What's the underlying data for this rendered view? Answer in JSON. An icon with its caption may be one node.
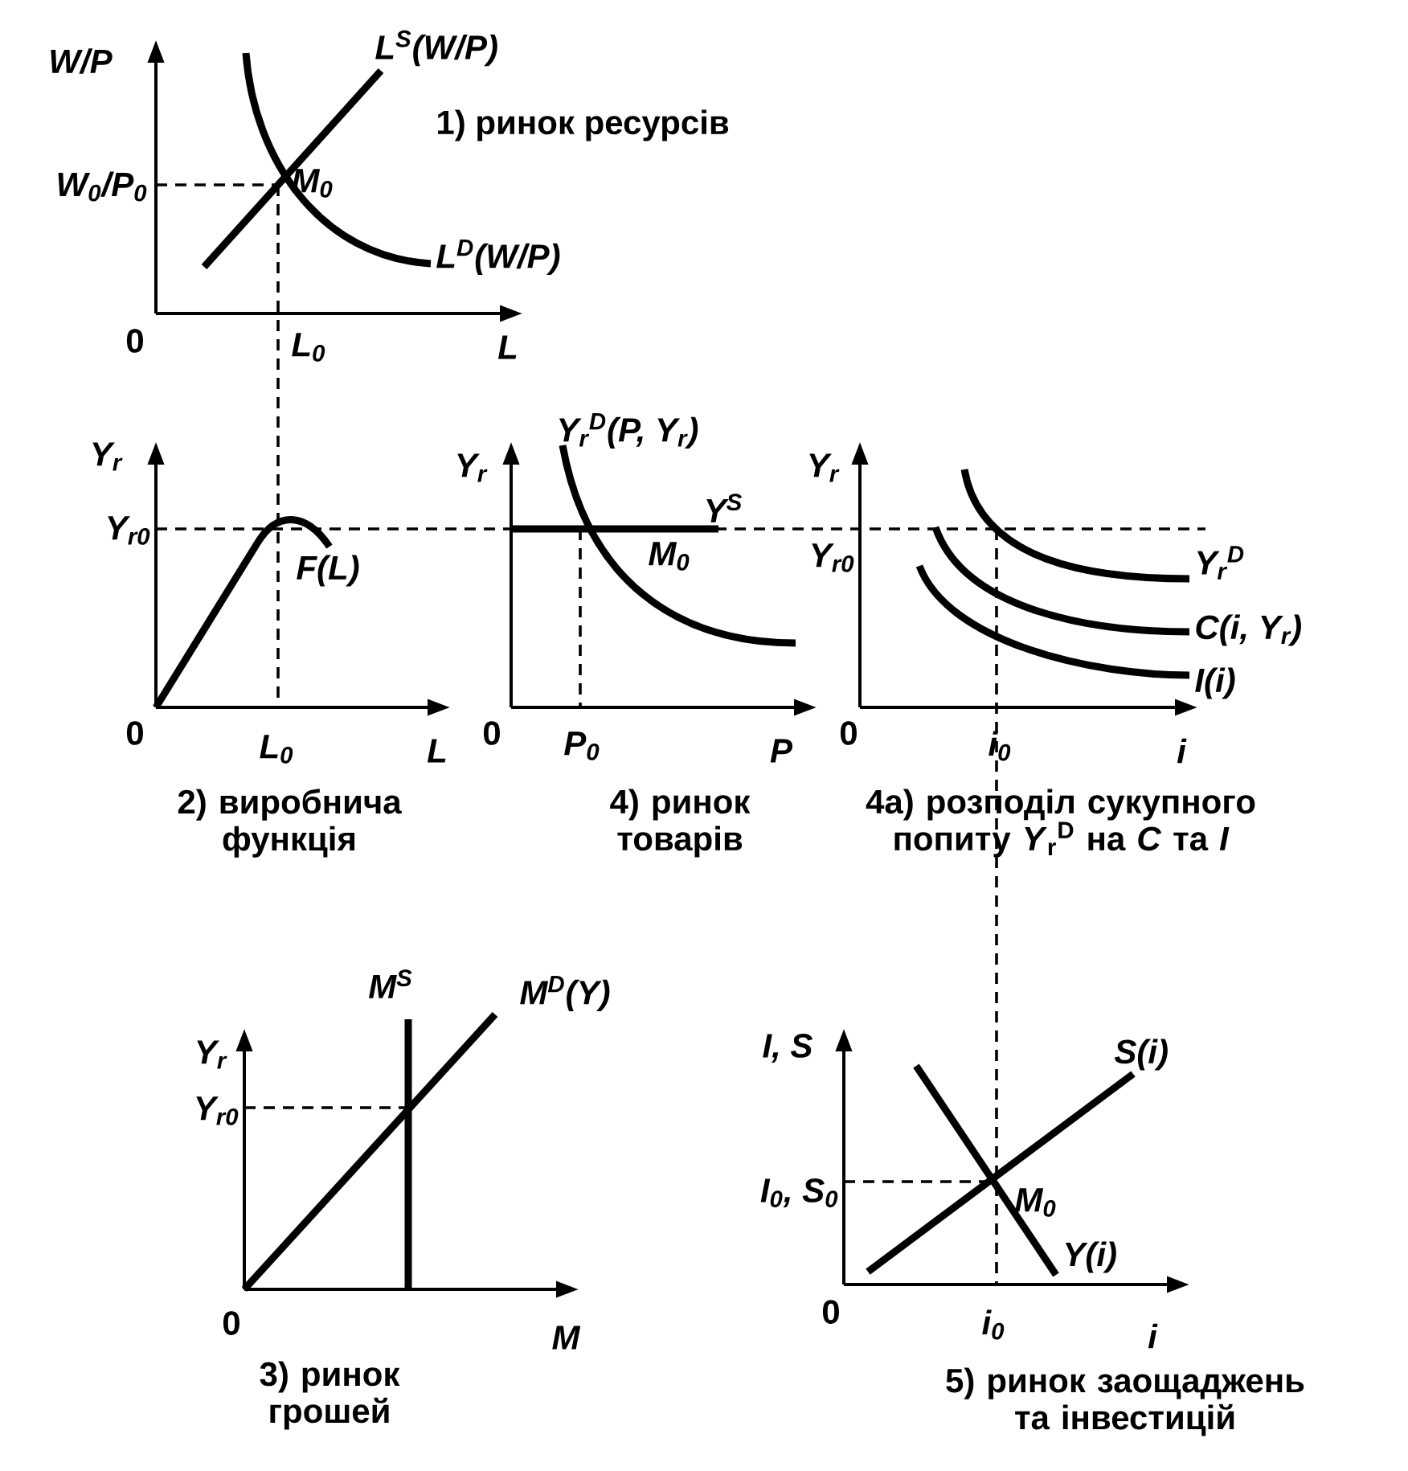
{
  "diagram": {
    "labels": [
      "W/P",
      "L$^{S}$(W/P)",
      "1) ринок ресурсів",
      "W$_{0}$/P$_{0}$",
      "M$_{0}$",
      "L$^{D}$(W/P)",
      "0",
      "L$_{0}$",
      "L",
      "Y$_{r}$",
      "Y$_{r0}$",
      "F(L)",
      "0",
      "L$_{0}$",
      "L",
      "2) виробнича функція",
      "Y$_{r}$$^{D}$(P, Y$_{r}$)",
      "Y$_{r}$",
      "Y$^{S}$",
      "M$_{0}$",
      "0",
      "P$_{0}$",
      "P",
      "4) ринок товарів",
      "Y$_{r}$",
      "Y$_{r0}$",
      "Y$_{r}$$^{D}$",
      "C(i, Y$_{r}$)",
      "I(i)",
      "0",
      "i$_{0}$",
      "i",
      "4а) розподіл сукупного попиту *Y*$_{r}$$^{D}$ на *C* та *I*",
      "M$^{S}$",
      "M$^{D}$(Y)",
      "Y$_{r}$",
      "Y$_{r0}$",
      "0",
      "M",
      "3) ринок грошей",
      "I, S",
      "S(i)",
      "I$_{0}$, S$_{0}$",
      "M$_{0}$",
      "Y(i)",
      "0",
      "i$_{0}$",
      "i",
      "5) ринок заощаджень та інвестицій"
    ]
  }
}
